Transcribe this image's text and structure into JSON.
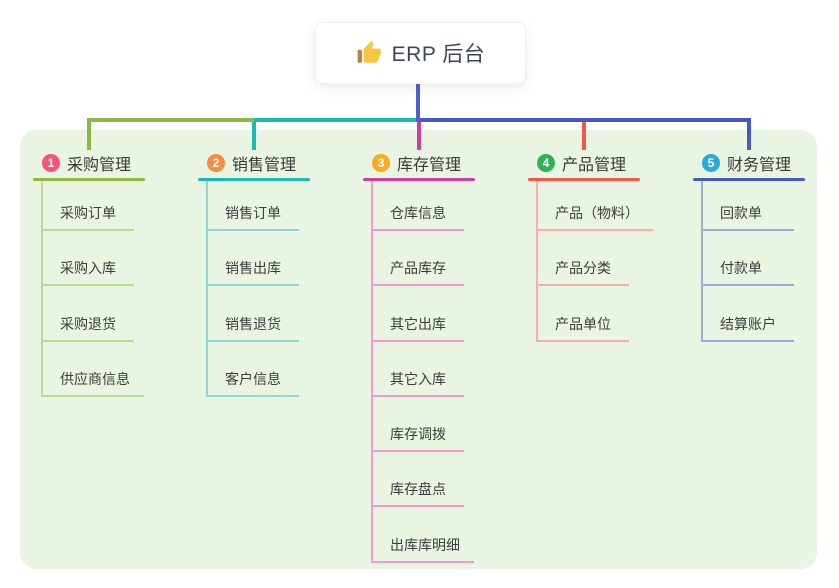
{
  "root": {
    "label": "ERP 后台",
    "icon": "thumbs-up-icon",
    "line_color": "#4c61cb"
  },
  "panel_color": "#e9f5e2",
  "branches": [
    {
      "index": "1",
      "title": "采购管理",
      "badge_color": "#f4547c",
      "line_color": "#8bbb3e",
      "sub_line_color": "#b9da92",
      "items": [
        "采购订单",
        "采购入库",
        "采购退货",
        "供应商信息"
      ]
    },
    {
      "index": "2",
      "title": "销售管理",
      "badge_color": "#fa8c3f",
      "line_color": "#19b9b4",
      "sub_line_color": "#8ed8d2",
      "items": [
        "销售订单",
        "销售出库",
        "销售退货",
        "客户信息"
      ]
    },
    {
      "index": "3",
      "title": "库存管理",
      "badge_color": "#fbab1c",
      "line_color": "#cf3da0",
      "sub_line_color": "#f09bcb",
      "items": [
        "仓库信息",
        "产品库存",
        "其它出库",
        "其它入库",
        "库存调拨",
        "库存盘点",
        "出库库明细"
      ]
    },
    {
      "index": "4",
      "title": "产品管理",
      "badge_color": "#2fb156",
      "line_color": "#f4564c",
      "sub_line_color": "#f9aea7",
      "items": [
        "产品（物料）",
        "产品分类",
        "产品单位"
      ]
    },
    {
      "index": "5",
      "title": "财务管理",
      "badge_color": "#2ba9d8",
      "line_color": "#4359c4",
      "sub_line_color": "#9cabdf",
      "items": [
        "回款单",
        "付款单",
        "结算账户"
      ]
    }
  ]
}
